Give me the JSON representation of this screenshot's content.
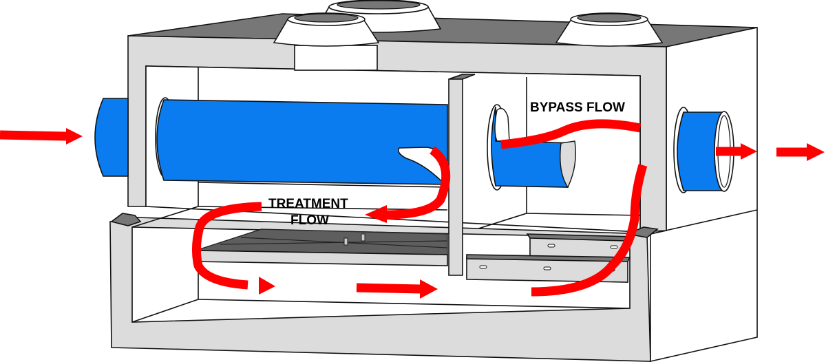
{
  "diagram": {
    "title": "Oil-grit separator cutaway",
    "labels": {
      "bypass": "BYPASS FLOW",
      "treatment_line1": "TREATMENT",
      "treatment_line2": "FLOW"
    },
    "colors": {
      "pipe": "#0a7cf0",
      "flow": "#ff0000",
      "concrete": "#dcdcdc",
      "top_slab": "#777777",
      "screen": "#5e5e5e"
    },
    "components": [
      "inlet-pipe",
      "outlet-pipe",
      "bypass-pipe",
      "manhole-cover-left",
      "manhole-cover-center",
      "manhole-cover-right",
      "treatment-screen",
      "baffle-divider",
      "oil-skimmer-ledge"
    ]
  }
}
